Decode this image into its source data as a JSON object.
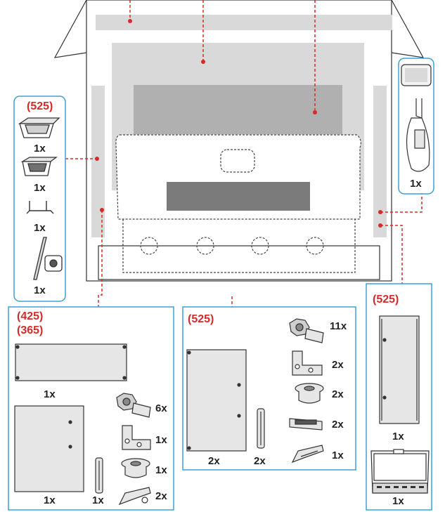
{
  "colors": {
    "leader": "#d62a2a",
    "panel_border": "#3aa0d8",
    "part_fill": "#d9d9d9",
    "part_dark": "#7b7b7b",
    "outline": "#333333"
  },
  "left_panel": {
    "code": "(525)",
    "items": [
      {
        "icon": "large-tray-icon",
        "qty": "1x"
      },
      {
        "icon": "small-tray-icon",
        "qty": "1x"
      },
      {
        "icon": "bracket-icon",
        "qty": "1x"
      },
      {
        "icon": "rod-and-clip-icon",
        "qty": "1x"
      }
    ]
  },
  "right_top_panel": {
    "items": [
      {
        "icon": "manual-and-cable-icon",
        "qty": "1x"
      }
    ]
  },
  "bottom_left_panel": {
    "codes": [
      "(425)",
      "(365)"
    ],
    "items": [
      {
        "icon": "wide-panel-icon",
        "qty": "1x"
      },
      {
        "icon": "side-panel-icon",
        "qty": "1x"
      },
      {
        "icon": "rail-icon",
        "qty": "1x"
      },
      {
        "icon": "screw-icon",
        "qty": "6x"
      },
      {
        "icon": "angle-bracket-icon",
        "qty": "1x"
      },
      {
        "icon": "spacer-icon",
        "qty": "1x"
      },
      {
        "icon": "foot-bracket-icon",
        "qty": "2x"
      }
    ]
  },
  "bottom_mid_panel": {
    "code": "(525)",
    "items": [
      {
        "icon": "screw-icon",
        "qty": "11x"
      },
      {
        "icon": "angle-bracket-icon",
        "qty": "2x"
      },
      {
        "icon": "spacer-icon",
        "qty": "2x"
      },
      {
        "icon": "clip-bar-icon",
        "qty": "2x"
      },
      {
        "icon": "foot-bracket-icon",
        "qty": "1x"
      },
      {
        "icon": "side-panel-icon",
        "qty": "2x"
      },
      {
        "icon": "rail-icon",
        "qty": "2x"
      }
    ]
  },
  "bottom_right_panel": {
    "code": "(525)",
    "items": [
      {
        "icon": "tall-panel-icon",
        "qty": "1x"
      },
      {
        "icon": "front-panel-icon",
        "qty": "1x"
      }
    ]
  }
}
